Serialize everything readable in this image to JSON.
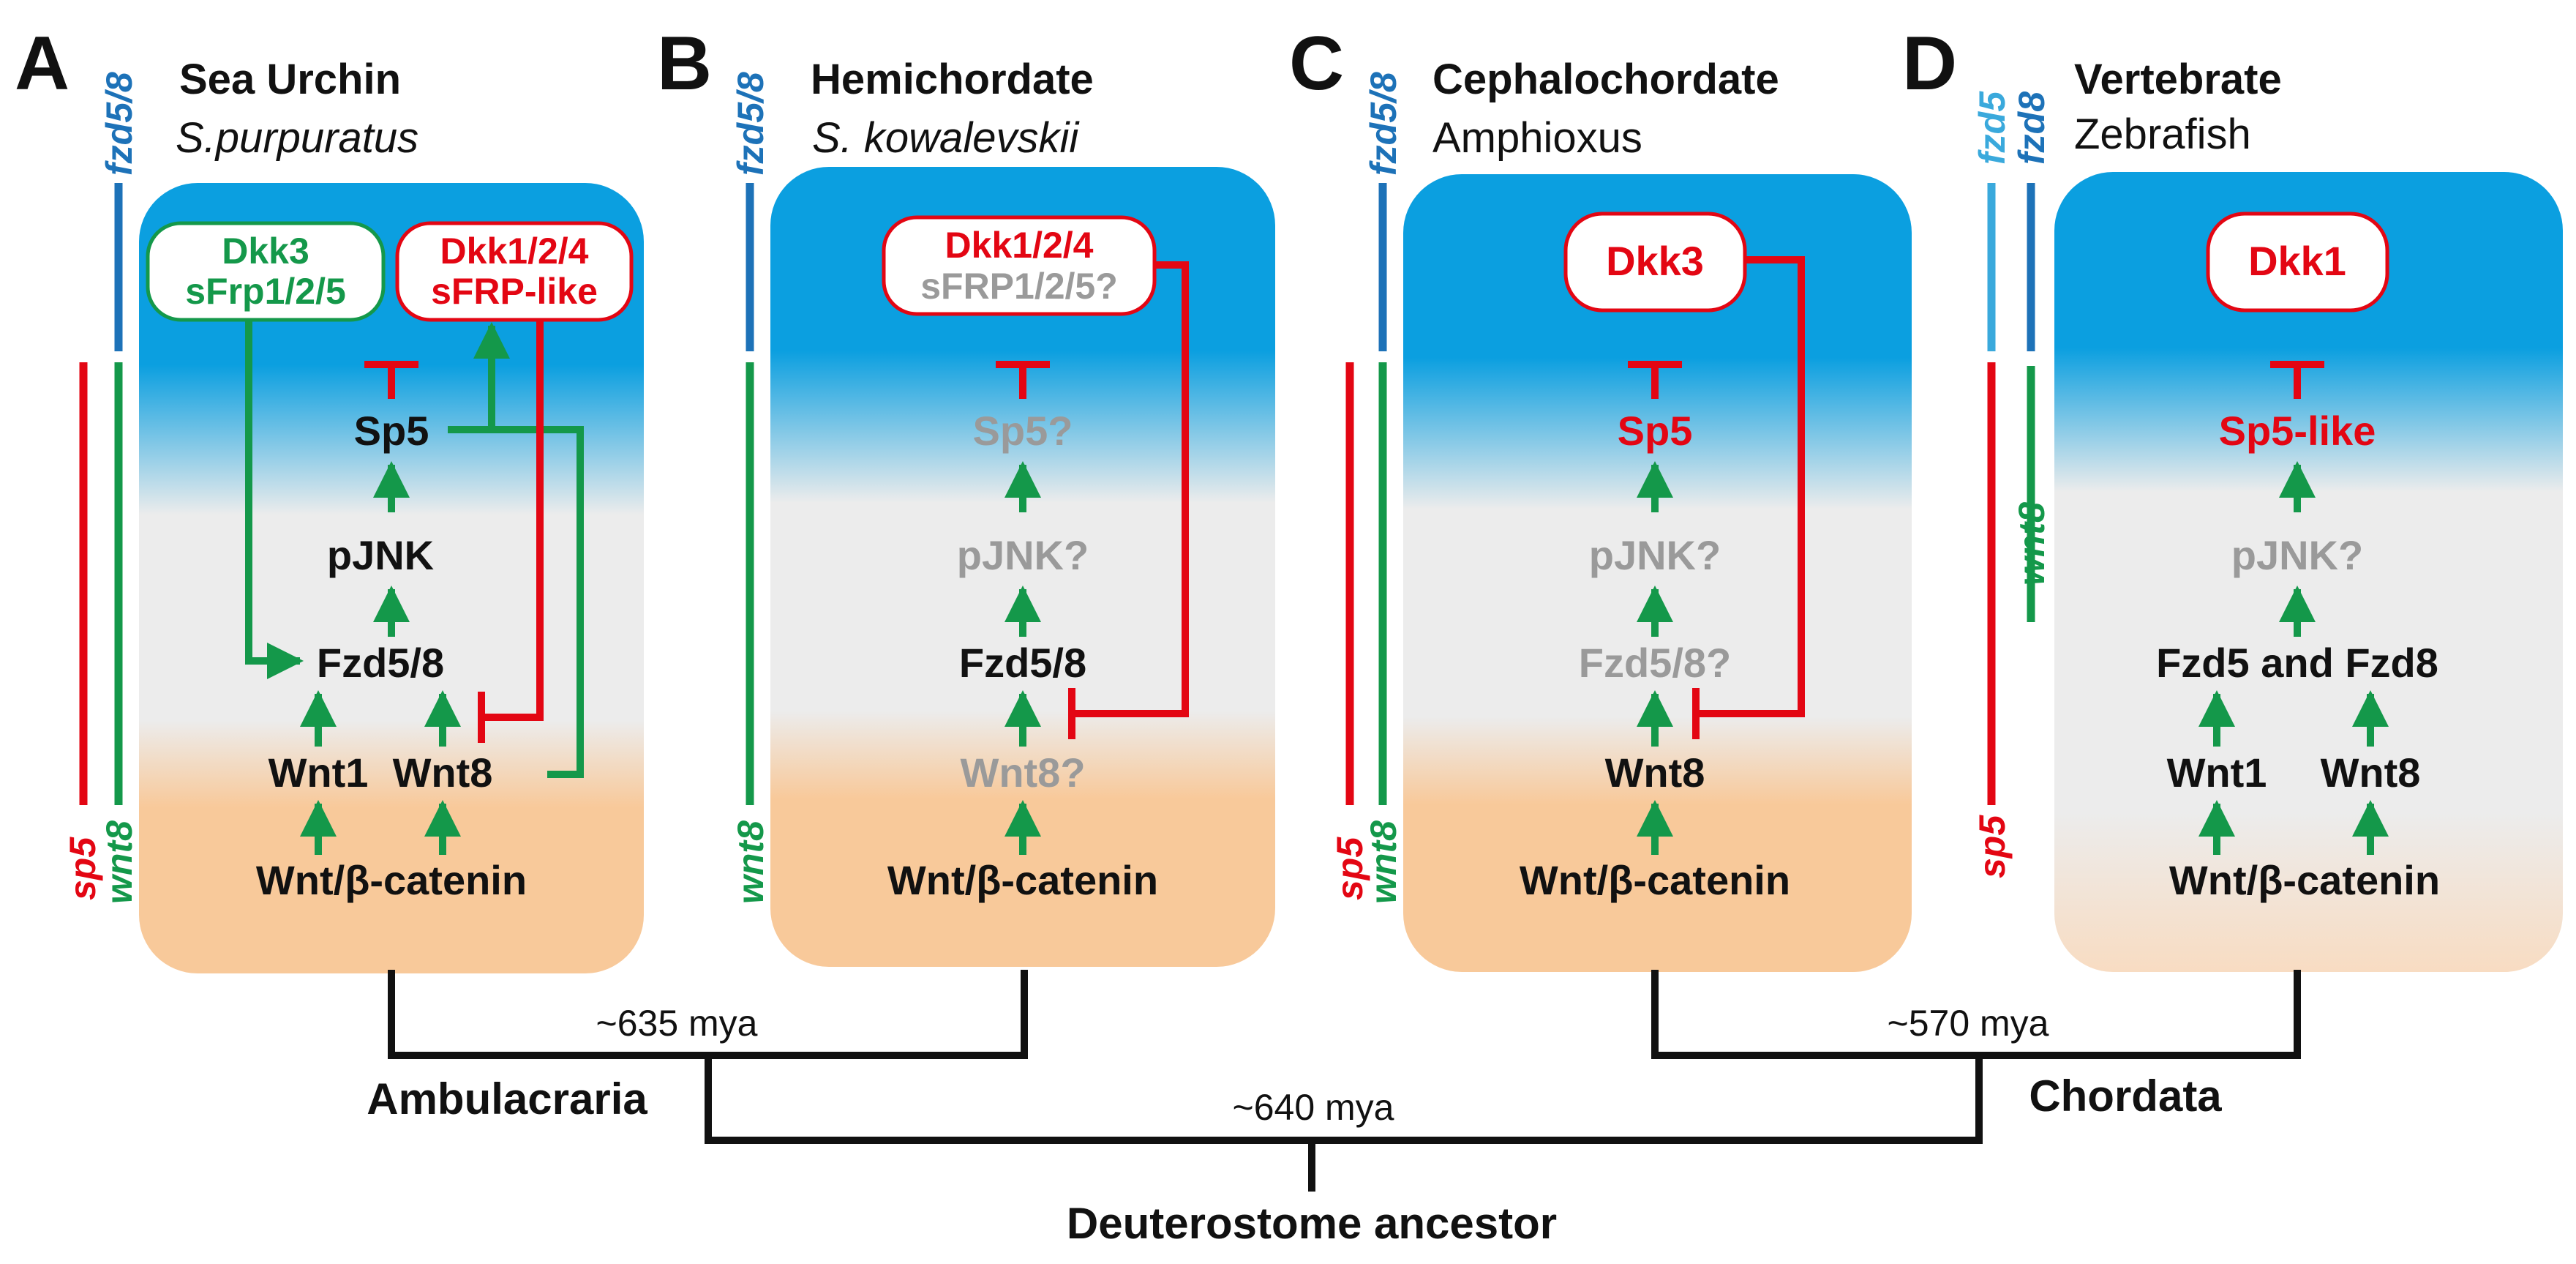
{
  "colors": {
    "red": "#e30613",
    "green": "#14984a",
    "blue": "#1d72b8",
    "lightblue": "#3aa9dc",
    "gray": "#9a9a9a",
    "black": "#111111",
    "panel_top": "#0b9fe0",
    "panel_mid": "#ececec",
    "panel_bottom": "#f8c99a"
  },
  "panels": [
    {
      "letter": "A",
      "title": "Sea Urchin",
      "species": "S.purpuratus",
      "side_labels": {
        "fzd": "fzd5/8",
        "sp5": "sp5",
        "wnt8": "wnt8"
      },
      "boxes": {
        "green_line1": "Dkk3",
        "green_line2": "sFrp1/2/5",
        "red_line1": "Dkk1/2/4",
        "red_line2": "sFRP-like"
      },
      "nodes": {
        "sp5": "Sp5",
        "pjnk": "pJNK",
        "fzd": "Fzd5/8",
        "wnt1": "Wnt1",
        "wnt8": "Wnt8",
        "wntbcat": "Wnt/β-catenin"
      }
    },
    {
      "letter": "B",
      "title": "Hemichordate",
      "species": "S. kowalevskii",
      "side_labels": {
        "fzd": "fzd5/8",
        "wnt8": "wnt8"
      },
      "boxes": {
        "red_line1": "Dkk1/2/4",
        "gray_line2": "sFRP1/2/5?"
      },
      "nodes": {
        "sp5": "Sp5?",
        "pjnk": "pJNK?",
        "fzd": "Fzd5/8",
        "wnt8": "Wnt8?",
        "wntbcat": "Wnt/β-catenin"
      }
    },
    {
      "letter": "C",
      "title": "Cephalochordate",
      "species": "Amphioxus",
      "side_labels": {
        "fzd": "fzd5/8",
        "sp5": "sp5",
        "wnt8": "wnt8"
      },
      "boxes": {
        "red_line1": "Dkk3"
      },
      "nodes": {
        "sp5": "Sp5",
        "pjnk": "pJNK?",
        "fzd": "Fzd5/8?",
        "wnt8": "Wnt8",
        "wntbcat": "Wnt/β-catenin"
      }
    },
    {
      "letter": "D",
      "title": "Vertebrate",
      "species": "Zebrafish",
      "side_labels": {
        "fzd5": "fzd5",
        "fzd8": "fzd8",
        "wnt8": "wnt8",
        "sp5": "sp5"
      },
      "boxes": {
        "red_line1": "Dkk1"
      },
      "nodes": {
        "sp5": "Sp5-like",
        "pjnk": "pJNK?",
        "fzd": "Fzd5 and Fzd8",
        "wnt1": "Wnt1",
        "wnt8": "Wnt8",
        "wntbcat": "Wnt/β-catenin"
      }
    }
  ],
  "tree": {
    "ambulacraria_time": "~635 mya",
    "chordata_time": "~570 mya",
    "root_time": "~640 mya",
    "ambulacraria": "Ambulacraria",
    "chordata": "Chordata",
    "root": "Deuterostome ancestor"
  }
}
